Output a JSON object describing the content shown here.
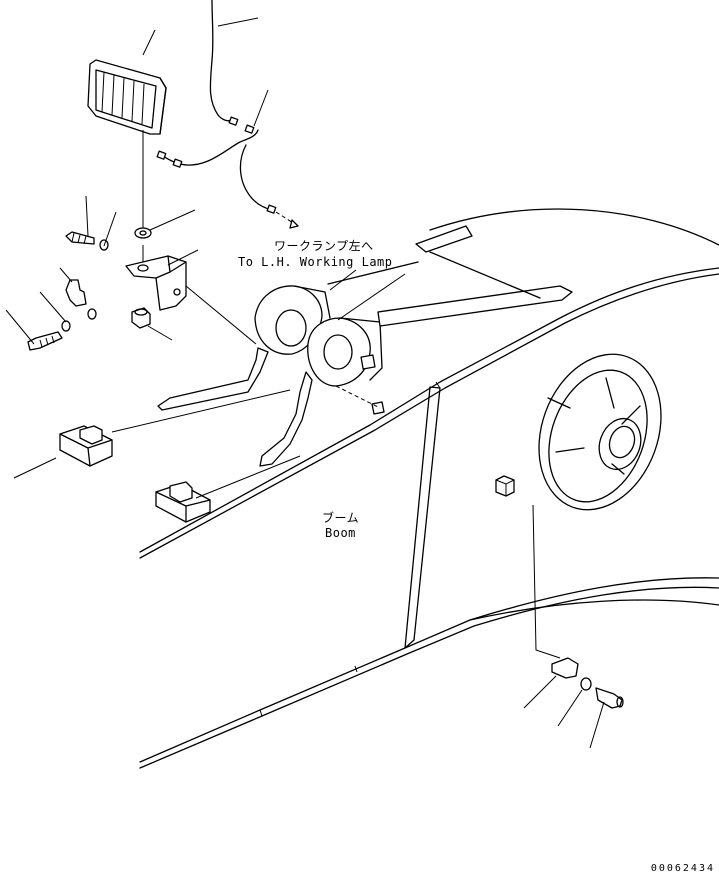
{
  "labels": {
    "lamp_jp": "ワークランプ左へ",
    "lamp_en": "To L.H. Working Lamp",
    "boom_jp": "ブーム",
    "boom_en": "Boom",
    "drawing_code": "00062434"
  },
  "colors": {
    "line": "#000000",
    "background": "#ffffff"
  }
}
